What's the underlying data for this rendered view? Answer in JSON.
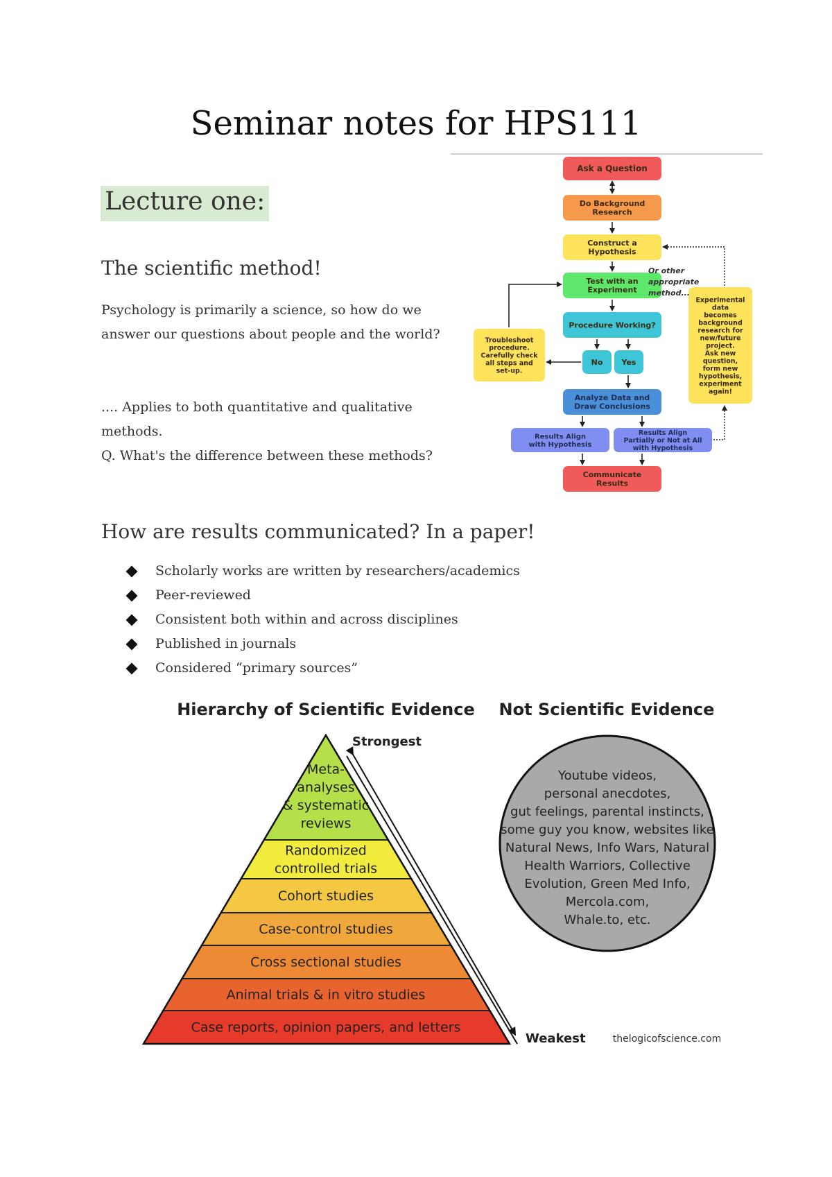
{
  "title": "Seminar notes for HPS111",
  "lecture_heading": "Lecture one:",
  "sci_heading": "The scientific method!",
  "para1": "Psychology is primarily a science, so how do we answer our questions about people and the world?",
  "para2_line1": ".... Applies to both quantitative and qualitative methods.",
  "para2_line2": "Q. What's the difference between these methods?",
  "results_heading": "How are results communicated? In a paper!",
  "bullets": [
    "Scholarly works are written by researchers/academics",
    "Peer-reviewed",
    "Consistent both within and across disciplines",
    "Published in journals",
    "Considered “primary sources”"
  ],
  "flowchart": {
    "ask": "Ask a Question",
    "background": [
      "Do Background",
      "Research"
    ],
    "hypothesis": [
      "Construct a",
      "Hypothesis"
    ],
    "test": [
      "Test with an",
      "Experiment"
    ],
    "working": "Procedure Working?",
    "no": "No",
    "yes": "Yes",
    "troubleshoot": [
      "Troubleshoot",
      "procedure.",
      "Carefully check",
      "all steps and",
      "set-up."
    ],
    "analyze": [
      "Analyze Data and",
      "Draw Conclusions"
    ],
    "align": [
      "Results Align",
      "with Hypothesis"
    ],
    "notalign": [
      "Results Align",
      "Partially or Not at All",
      "with Hypothesis"
    ],
    "communicate": [
      "Communicate",
      "Results"
    ],
    "other": [
      "Or other",
      "appropriate",
      "method..."
    ],
    "experimental": [
      "Experimental",
      "data",
      "becomes",
      "background",
      "research for",
      "new/future",
      "project.",
      "Ask new",
      "question,",
      "form new",
      "hypothesis,",
      "experiment",
      "again!"
    ],
    "colors": {
      "red": "#f05a5b",
      "orange": "#f6994a",
      "yellow": "#fde25c",
      "green": "#5ee86b",
      "teal": "#3ec6d8",
      "blue": "#4a90d9",
      "purple": "#7f8ef0"
    }
  },
  "hierarchy": {
    "title": "Hierarchy of Scientific Evidence",
    "strongest": "Strongest",
    "weakest": "Weakest",
    "source": "thelogicofscience.com",
    "levels": [
      {
        "lines": [
          "Meta-",
          "analyses",
          "& systematic",
          "reviews"
        ],
        "color": "#b5e04a"
      },
      {
        "lines": [
          "Randomized",
          "controlled trials"
        ],
        "color": "#f2ec3e"
      },
      {
        "lines": [
          "Cohort studies"
        ],
        "color": "#f4c843"
      },
      {
        "lines": [
          "Case-control studies"
        ],
        "color": "#f0a83d"
      },
      {
        "lines": [
          "Cross sectional studies"
        ],
        "color": "#ee8a35"
      },
      {
        "lines": [
          "Animal trials & in vitro studies"
        ],
        "color": "#e9632f"
      },
      {
        "lines": [
          "Case reports, opinion papers, and letters"
        ],
        "color": "#e63a2b"
      }
    ]
  },
  "not_evidence": {
    "title": "Not Scientific Evidence",
    "lines": [
      "Youtube videos,",
      "personal anecdotes,",
      "gut feelings, parental instincts,",
      "some guy you know, websites like",
      "Natural News, Info Wars, Natural",
      "Health Warriors, Collective",
      "Evolution, Green Med Info,",
      "Mercola.com,",
      "Whale.to, etc."
    ],
    "color": "#a9a9a9"
  }
}
